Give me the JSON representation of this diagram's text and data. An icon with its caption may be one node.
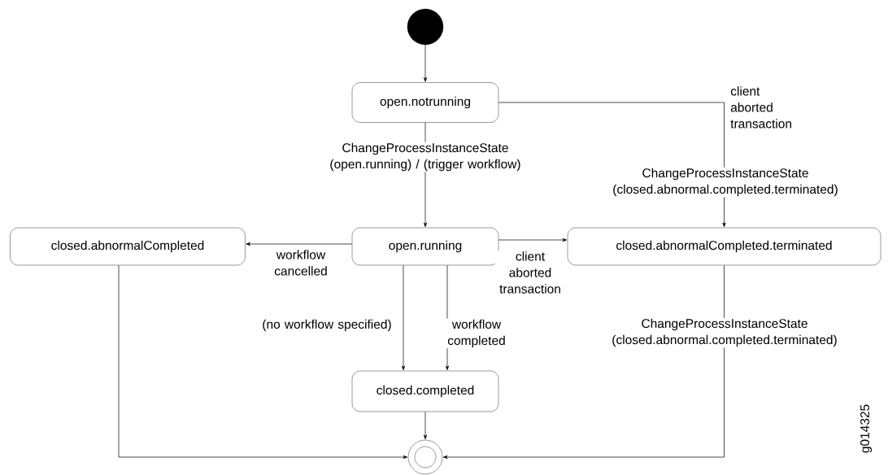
{
  "diagram": {
    "nodes": [
      {
        "text": [],
        "shape": "circle"
      },
      {
        "text": [
          "open.notrunning"
        ]
      },
      {
        "text": [
          "closed.abnormalCompleted"
        ]
      },
      {
        "text": [
          "open.running"
        ]
      },
      {
        "text": [
          "closed.abnormalCompleted.terminated"
        ]
      },
      {
        "text": [
          "closed.completed"
        ]
      },
      {
        "text": [],
        "shape": "circle"
      }
    ],
    "edges": [
      {
        "from": 0,
        "to": 1,
        "arrow": "to"
      },
      {
        "from": 1,
        "to": 3,
        "arrow": "to",
        "label": "ChangeProcessInstanceState (open.running) / (trigger workflow)"
      },
      {
        "from": 1,
        "to": 4,
        "arrow": "to",
        "label": "client aborted transaction"
      },
      {
        "from": 3,
        "to": 2,
        "arrow": "to",
        "label": "workflow cancelled"
      },
      {
        "from": 3,
        "to": 4,
        "arrow": "to",
        "label": "client aborted transaction"
      },
      {
        "from": 3,
        "to": 5,
        "arrow": "to",
        "label": "(no workflow specified)"
      },
      {
        "from": 3,
        "to": 5,
        "arrow": "to",
        "label": "workflow completed"
      },
      {
        "from": 5,
        "to": 6,
        "arrow": "to"
      },
      {
        "from": 2,
        "to": 6,
        "arrow": "to"
      },
      {
        "from": 4,
        "to": 6,
        "arrow": "to",
        "label": "ChangeProcessInstanceState (closed.abnormal.completed.terminated)"
      }
    ],
    "labels": [
      "ChangeProcessInstanceState (closed.abnormal.completed.terminated)",
      "g014325"
    ]
  }
}
